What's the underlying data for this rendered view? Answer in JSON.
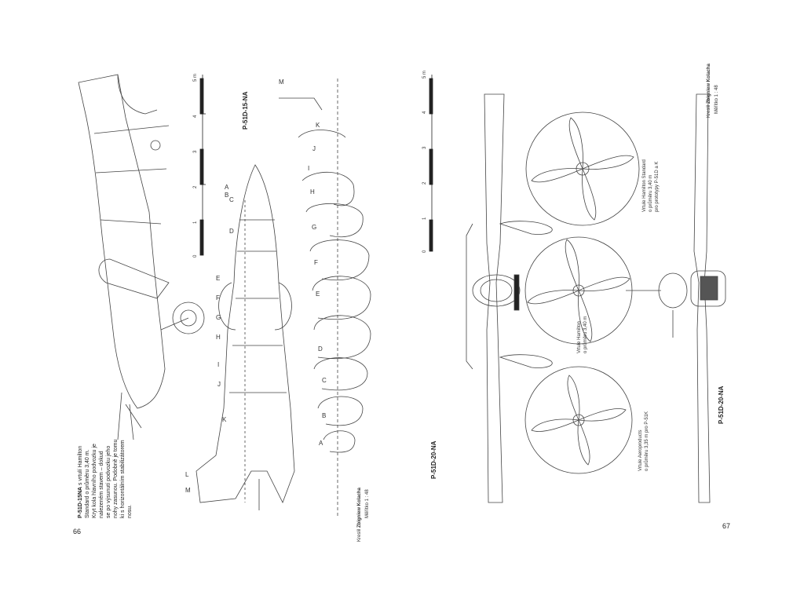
{
  "left_page": {
    "page_number": "66",
    "caption_title": "P-51D-15NA",
    "caption_lines": [
      "s vrtulí Hamilton",
      "Standard o průměru 3,40 m.",
      "Kryt kola hlavního podvozku je",
      "nalezeném stavem – dokud",
      "se po výsunutí podvozku jeho",
      "nohy zasunou. Podobně je tomu",
      "ki s horizontálním stabilizátorem",
      "nosu."
    ],
    "profile_label": "P-51D-15-NA",
    "author_prefix": "Kreslil",
    "author_name": "Zbigniew Kolacha",
    "scale_text": "Měřítko 1 : 48",
    "scale_ticks": [
      "0",
      "1",
      "2",
      "3",
      "4",
      "5 m"
    ],
    "section_letters": [
      "A",
      "B",
      "C",
      "D",
      "E",
      "F",
      "G",
      "H",
      "I",
      "J",
      "K",
      "L",
      "M"
    ]
  },
  "right_page": {
    "page_number": "67",
    "front_label": "P-51D-20-NA",
    "rear_label": "P-51D-20-NA",
    "author_prefix": "Kreslil",
    "author_name": "Zbigniew Kolacha",
    "scale_text": "Měřítko 1 : 48",
    "scale_ticks": [
      "0",
      "1",
      "2",
      "3",
      "4",
      "5 m"
    ],
    "prop_top_lines": [
      "Vrtule Hamilton Standard",
      "o průměru 3,40 m",
      "pro prototypy P-51D a K"
    ],
    "prop_middle_lines": [
      "Vrtule Hamilton",
      "o průměru 3,40 m"
    ],
    "prop_bottom_lines": [
      "Vrtule Aeroproducts",
      "o průměru 3,35 m pro P-51K"
    ]
  }
}
